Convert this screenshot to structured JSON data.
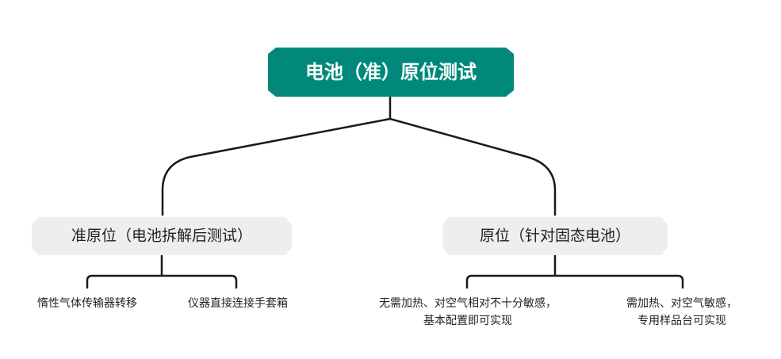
{
  "root": {
    "label": "电池（准）原位测试"
  },
  "branches": [
    {
      "label": "准原位（电池拆解后测试）",
      "leaves": [
        {
          "lines": [
            "惰性气体传输器转移"
          ]
        },
        {
          "lines": [
            "仪器直接连接手套箱"
          ]
        }
      ]
    },
    {
      "label": "原位（针对固态电池）",
      "leaves": [
        {
          "lines": [
            "无需加热、对空气相对不十分敏感，",
            "基本配置即可实现"
          ]
        },
        {
          "lines": [
            "需加热、对空气敏感，",
            "专用样品台可实现"
          ]
        }
      ]
    }
  ],
  "colors": {
    "root_fill": "#00897b",
    "root_text": "#ffffff",
    "branch_fill": "#eeeeee",
    "branch_text": "#222222",
    "connector": "#1a1a1a"
  }
}
